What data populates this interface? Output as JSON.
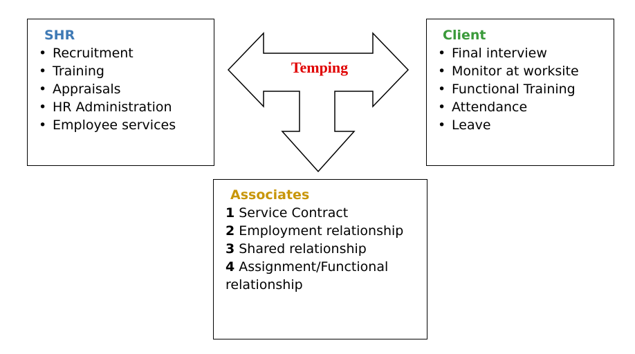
{
  "center": {
    "label": "Temping",
    "label_color": "#e00000"
  },
  "shr": {
    "title": "SHR",
    "title_color": "#3f7ab5",
    "items": [
      "Recruitment",
      "Training",
      "Appraisals",
      "HR Administration",
      "Employee services"
    ]
  },
  "client": {
    "title": "Client",
    "title_color": "#3a9a3a",
    "items": [
      "Final interview",
      "Monitor at worksite",
      "Functional Training",
      "Attendance",
      "Leave"
    ]
  },
  "associates": {
    "title": "Associates",
    "title_color": "#c8960a",
    "items": [
      {
        "num": "1",
        "text": "Service Contract"
      },
      {
        "num": "2",
        "text": "Employment relationship"
      },
      {
        "num": "3",
        "text": "Shared relationship"
      },
      {
        "num": "4",
        "text": "Assignment/Functional relationship"
      }
    ]
  }
}
